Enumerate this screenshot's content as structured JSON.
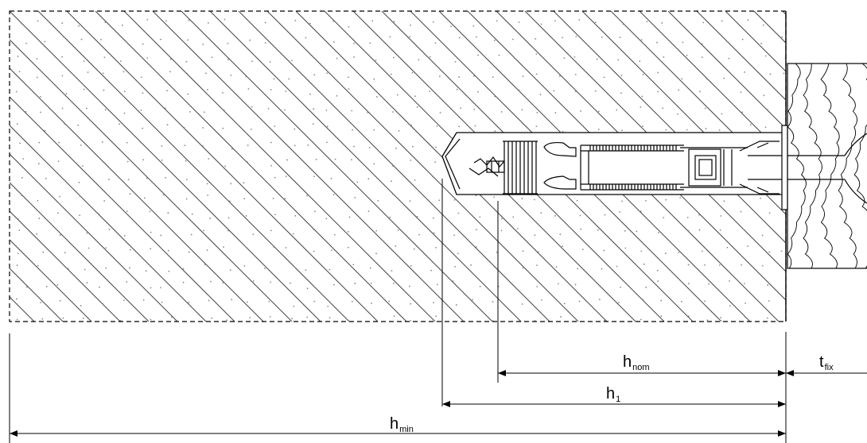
{
  "dimensions": {
    "h_nom": {
      "main": "h",
      "sub": "nom"
    },
    "h_1": {
      "main": "h",
      "sub": "1"
    },
    "h_min": {
      "main": "h",
      "sub": "min"
    },
    "t_fix": {
      "main": "t",
      "sub": "fix"
    }
  },
  "colors": {
    "line": "#000000",
    "background": "#ffffff",
    "hatch": "#444444",
    "dots": "#888888"
  }
}
